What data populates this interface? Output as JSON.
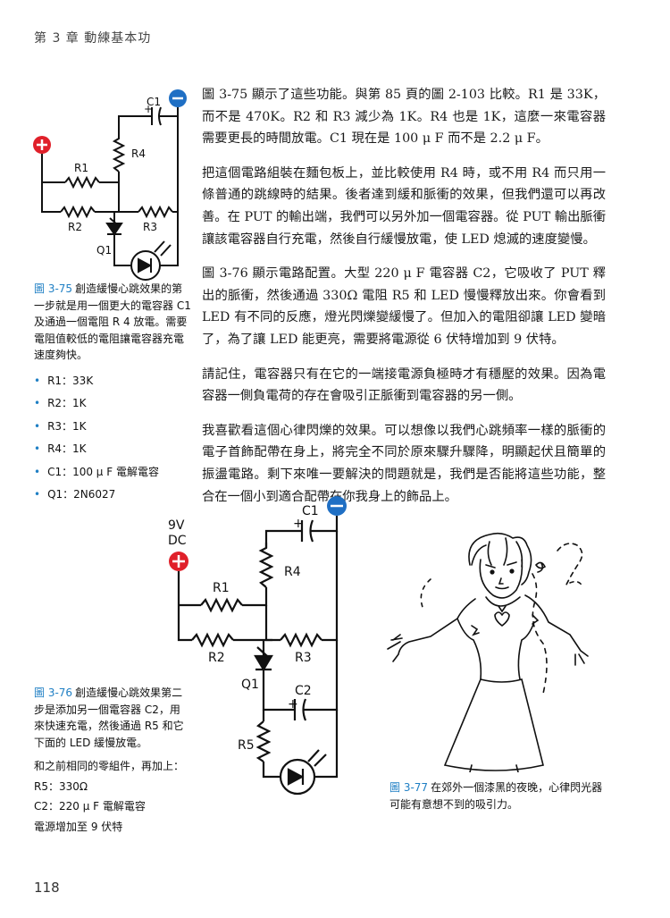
{
  "header": {
    "chapter": "第 3 章  動練基本功"
  },
  "body": [
    "圖 3-75 顯示了這些功能。與第 85 頁的圖 2-103 比較。R1 是 33K，而不是 470K。R2 和 R3 減少為 1K。R4 也是 1K，這麼一來電容器需要更長的時間放電。C1 現在是 100 μ F 而不是 2.2 μ F。",
    "把這個電路組裝在麵包板上，並比較使用 R4 時，或不用 R4 而只用一條普通的跳線時的結果。後者達到緩和脈衝的效果，但我們還可以再改善。在 PUT 的輸出端，我們可以另外加一個電容器。從 PUT 輸出脈衝讓該電容器自行充電，然後自行緩慢放電，使 LED 熄滅的速度變慢。",
    "圖 3-76 顯示電路配置。大型 220 μ F 電容器 C2，它吸收了 PUT 釋出的脈衝，然後通過 330Ω 電阻 R5 和 LED 慢慢釋放出來。你會看到 LED 有不同的反應，燈光閃爍變緩慢了。但加入的電阻卻讓 LED 變暗了，為了讓 LED 能更亮，需要將電源從 6 伏特增加到 9 伏特。",
    "請記住，電容器只有在它的一端接電源負極時才有穩壓的效果。因為電容器一側負電荷的存在會吸引正脈衝到電容器的另一側。",
    "我喜歡看這個心律閃爍的效果。可以想像以我們心跳頻率一樣的脈衝的電子首飾配帶在身上，將完全不同於原來驟升驟降，明顯起伏且簡單的振盪電路。剩下來唯一要解決的問題就是，我們是否能將這些功能，整合在一個小到適合配帶在你我身上的飾品上。"
  ],
  "figure_3_75": {
    "caption_label": "圖 3-75",
    "caption_text": "創造緩慢心跳效果的第一步就是用一個更大的電容器 C1 及通過一個電阻 R 4 放電。需要電阻值較低的電阻讓電容器充電速度夠快。",
    "parts": [
      "R1：33K",
      "R2：1K",
      "R3：1K",
      "R4：1K",
      "C1：100 μ F 電解電容",
      "Q1：2N6027"
    ],
    "labels": {
      "c1": "C1",
      "r1": "R1",
      "r2": "R2",
      "r3": "R3",
      "r4": "R4",
      "q1": "Q1",
      "plus": "+"
    }
  },
  "figure_3_76": {
    "caption_label": "圖 3-76",
    "caption_text": "創造緩慢心跳效果第二步是添加另一個電容器 C2，用來快速充電，然後通過 R5 和它下面的 LED 緩慢放電。",
    "note": "和之前相同的零組件，再加上：",
    "extras": [
      "R5：330Ω",
      "C2：220 μ F 電解電容",
      "電源增加至 9 伏特"
    ],
    "labels": {
      "supply": "9V",
      "supply2": "DC",
      "c1": "C1",
      "c2": "C2",
      "r1": "R1",
      "r2": "R2",
      "r3": "R3",
      "r4": "R4",
      "r5": "R5",
      "q1": "Q1",
      "plus": "+"
    }
  },
  "figure_3_77": {
    "caption_label": "圖 3-77",
    "caption_text": "在郊外一個漆黑的夜晚，心律閃光器可能有意想不到的吸引力。"
  },
  "page_number": "118",
  "colors": {
    "accent": "#1f7fc4",
    "positive": "#e0202a",
    "negative": "#1f6fc4"
  }
}
